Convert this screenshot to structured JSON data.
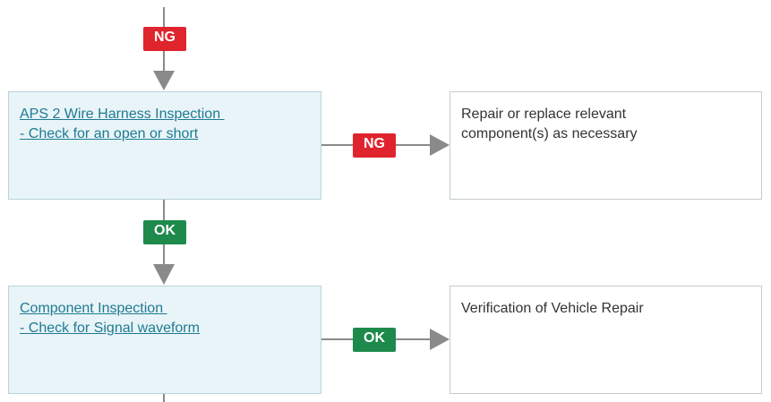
{
  "colors": {
    "ng": "#e0242e",
    "ok": "#1d8a4c",
    "link": "#1e7a94",
    "step_fill": "#e8f4f7",
    "step_border": "#b9d3dc",
    "result_border": "#c4ccd0",
    "connector": "#8a8a8a"
  },
  "steps": [
    {
      "line1": "APS 2 Wire Harness Inspection ",
      "line2": "- Check for an open or short"
    },
    {
      "line1": "Component Inspection ",
      "line2": "- Check for Signal waveform"
    }
  ],
  "results": [
    {
      "line1": "Repair or replace relevant",
      "line2": "component(s) as necessary"
    },
    {
      "line1": "Verification of Vehicle Repair",
      "line2": ""
    }
  ],
  "badges": {
    "top_entry": "NG",
    "step1_to_result1": "NG",
    "step1_to_step2": "OK",
    "step2_to_result2": "OK"
  }
}
